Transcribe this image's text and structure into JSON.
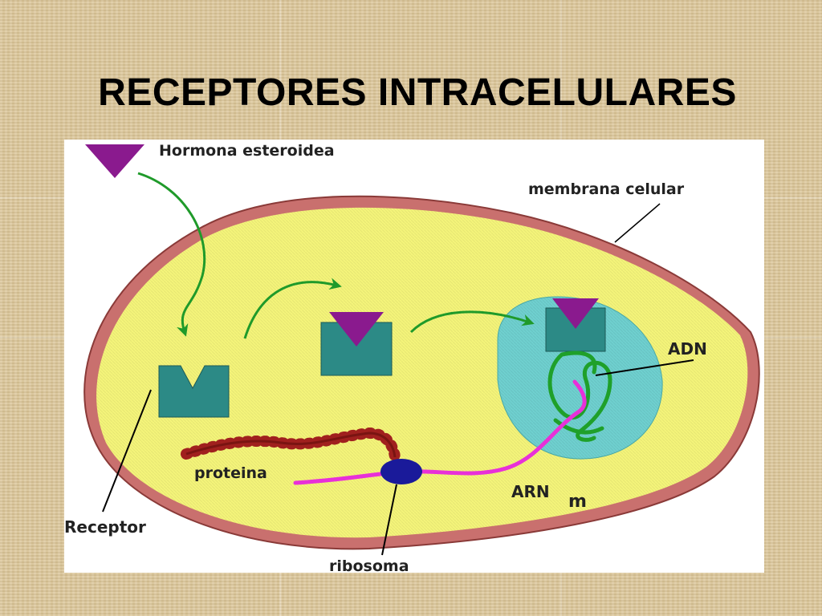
{
  "title": "RECEPTORES INTRACELULARES",
  "labels": {
    "hormone": "Hormona esteroidea",
    "membrane": "membrana celular",
    "dna": "ADN",
    "protein": "proteina",
    "receptor": "Receptor",
    "ribosome": "ribosoma",
    "mrna_main": "ARN",
    "mrna_sub": "m"
  },
  "colors": {
    "cytoplasm": "#f4f47a",
    "membrane": "#c9706e",
    "nucleus": "#6fd0cf",
    "receptor": "#2c8a86",
    "hormone": "#8a1a8e",
    "arrow": "#1f9a2a",
    "protein": "#a0201e",
    "mrna": "#e830d8",
    "ribosome": "#1a1a9a",
    "dna": "#1fa02a"
  }
}
